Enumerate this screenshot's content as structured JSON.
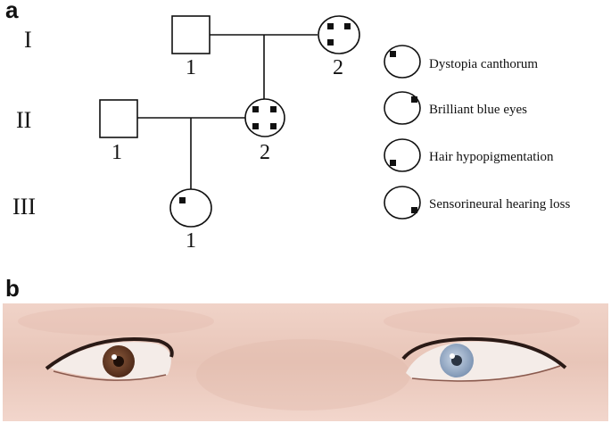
{
  "panels": {
    "a": "a",
    "b": "b"
  },
  "generations": [
    "I",
    "II",
    "III"
  ],
  "individuals": {
    "I1": "1",
    "I2": "2",
    "II1": "1",
    "II2": "2",
    "III1": "1"
  },
  "legend": [
    {
      "label": "Dystopia canthorum",
      "quadrant": "top-left"
    },
    {
      "label": "Brilliant blue eyes",
      "quadrant": "top-right"
    },
    {
      "label": "Hair hypopigmentation",
      "quadrant": "bottom-left"
    },
    {
      "label": "Sensorineural hearing loss",
      "quadrant": "bottom-right"
    }
  ],
  "colors": {
    "skin": "#e8c5b8",
    "left_iris": "#6b3a22",
    "right_iris": "#8fa6c2",
    "brow": "#6e5a52"
  }
}
